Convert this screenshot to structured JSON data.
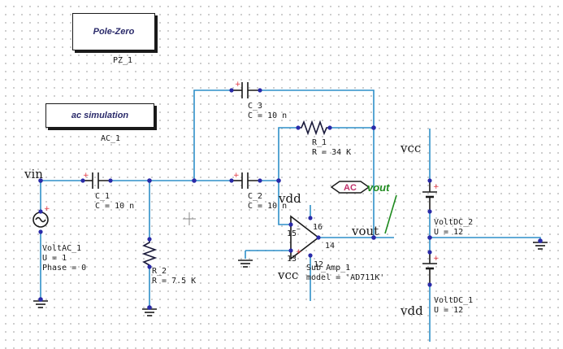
{
  "components": {
    "pz": {
      "box": "Pole-Zero",
      "name": "PZ_1"
    },
    "ac": {
      "box": "ac simulation",
      "name": "AC_1"
    },
    "c1": {
      "name": "C_1",
      "value": "C = 10 n"
    },
    "c2": {
      "name": "C_2",
      "value": "C = 10 n"
    },
    "c3": {
      "name": "C_3",
      "value": "C = 10 n"
    },
    "r1": {
      "name": "R_1",
      "value": "R = 34 K"
    },
    "r2": {
      "name": "R_2",
      "value": "R = 7.5 K"
    },
    "vac": {
      "name": "VoltAC_1",
      "u": "U = 1",
      "phase": "Phase = 0"
    },
    "vdc2": {
      "name": "VoltDC_2",
      "u": "U = 12"
    },
    "vdc1": {
      "name": "VoltDC_1",
      "u": "U = 12"
    },
    "opamp": {
      "name": "Sub_Amp_1",
      "model": "model = 'AD711K'",
      "pins": [
        "15",
        "16",
        "13",
        "12",
        "14"
      ]
    }
  },
  "nets": {
    "vin": "vin",
    "vdd_top": "vdd",
    "vcc_left": "vcc",
    "vout": "vout",
    "vcc_right": "vcc",
    "vdd_right": "vdd"
  },
  "probe": {
    "type": "AC",
    "net": "vout"
  },
  "colors": {
    "wire": "#2f8fc8",
    "node": "#2a2aa8",
    "plus": "#e0303a",
    "probe_text": "#c0306a",
    "probe_net": "#1e8a1e"
  }
}
